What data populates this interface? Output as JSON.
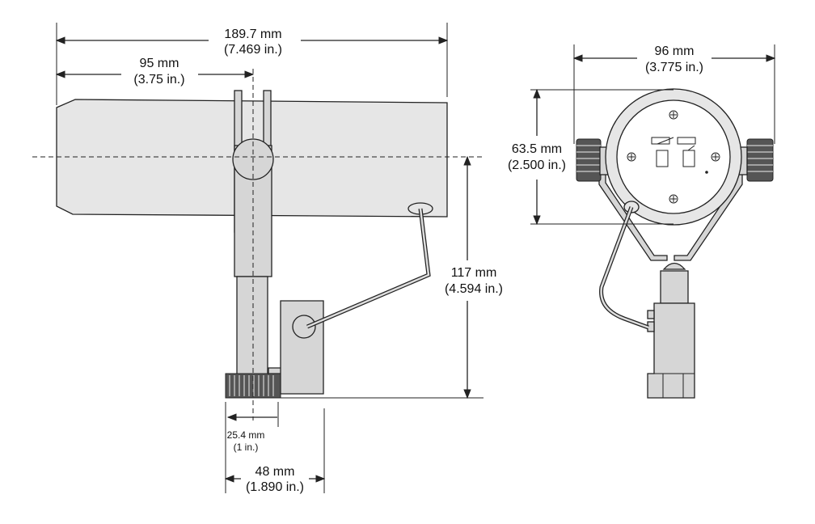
{
  "side_view": {
    "overall_length": {
      "mm": "189.7 mm",
      "in": "(7.469 in.)"
    },
    "pivot_offset": {
      "mm": "95 mm",
      "in": "(3.75 in.)"
    },
    "height": {
      "mm": "117 mm",
      "in": "(4.594 in.)"
    },
    "base_knob": {
      "mm": "25.4 mm",
      "in": "(1 in.)"
    },
    "base_depth": {
      "mm": "48 mm",
      "in": "(1.890 in.)"
    }
  },
  "front_view": {
    "width": {
      "mm": "96 mm",
      "in": "(3.775 in.)"
    },
    "diameter": {
      "mm": "63.5 mm",
      "in": "(2.500 in.)"
    }
  }
}
